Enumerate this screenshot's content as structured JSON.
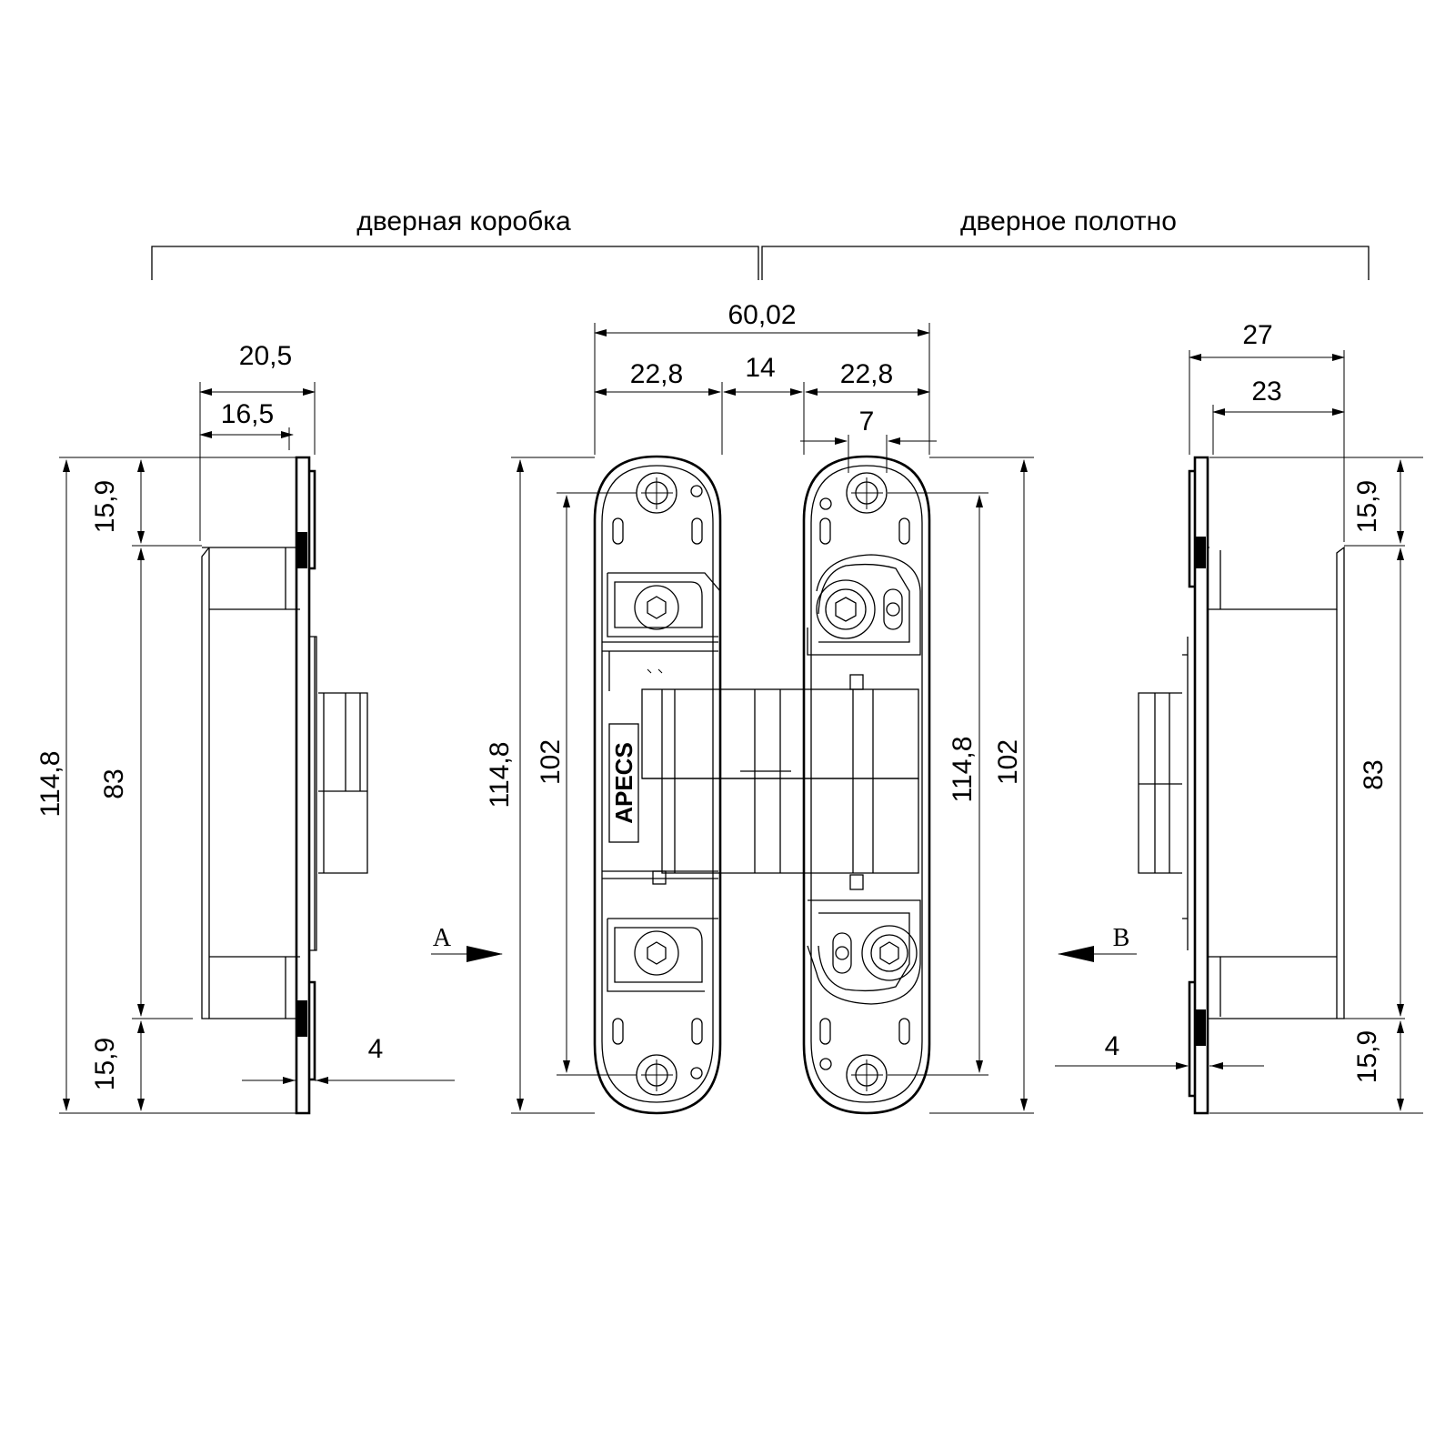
{
  "captions": {
    "frame": "дверная коробка",
    "leaf": "дверное полотно"
  },
  "views": {
    "a": "A",
    "b": "B"
  },
  "logo": "APECS",
  "dims": {
    "left_width_outer": "20,5",
    "left_width_inner": "16,5",
    "left_top": "15,9",
    "left_mid": "83",
    "left_bottom": "15,9",
    "left_total": "114,8",
    "left_plate": "4",
    "center_total_width": "60,02",
    "center_left_width": "22,8",
    "center_gap": "14",
    "center_right_width": "22,8",
    "center_slot": "7",
    "center_left_height": "114,8",
    "center_left_inner": "102",
    "center_right_height": "114,8",
    "center_right_inner": "102",
    "right_width_outer": "27",
    "right_width_inner": "23",
    "right_top": "15,9",
    "right_mid": "83",
    "right_bottom": "15,9",
    "right_plate": "4"
  }
}
